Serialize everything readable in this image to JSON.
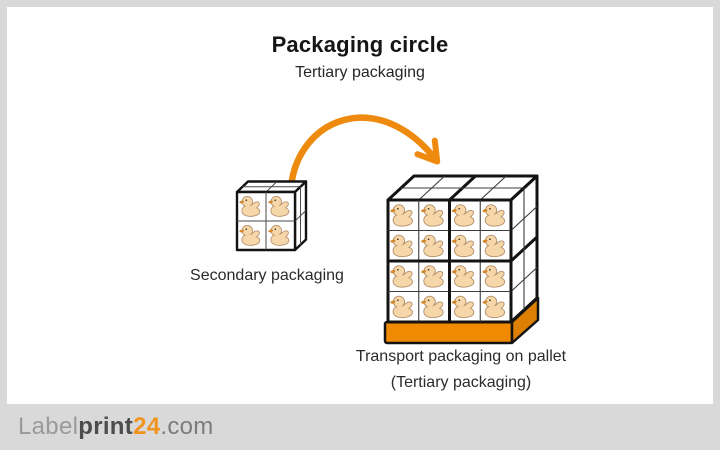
{
  "page": {
    "background_color": "#d9d9d9",
    "canvas_color": "#ffffff"
  },
  "header": {
    "title": "Packaging circle",
    "subtitle": "Tertiary packaging"
  },
  "diagram": {
    "secondary_label": "Secondary packaging",
    "tertiary_label_line1": "Transport packaging on pallet",
    "tertiary_label_line2": "(Tertiary packaging)",
    "arrow_color": "#ee8a0d",
    "pallet_front_color": "#f08a00",
    "pallet_side_color": "#dd7f02",
    "box_outline_color": "#131313",
    "duck_body_color": "#f5d7aa",
    "duck_outline_color": "#b5906b",
    "duck_beak_color": "#ef9325",
    "secondary_box_duck_count": 4,
    "pallet_stack_front_duck_count": 16
  },
  "footer": {
    "logo_part1": "Label",
    "logo_part2": "print",
    "logo_part3": "24",
    "logo_part4": ".com"
  }
}
